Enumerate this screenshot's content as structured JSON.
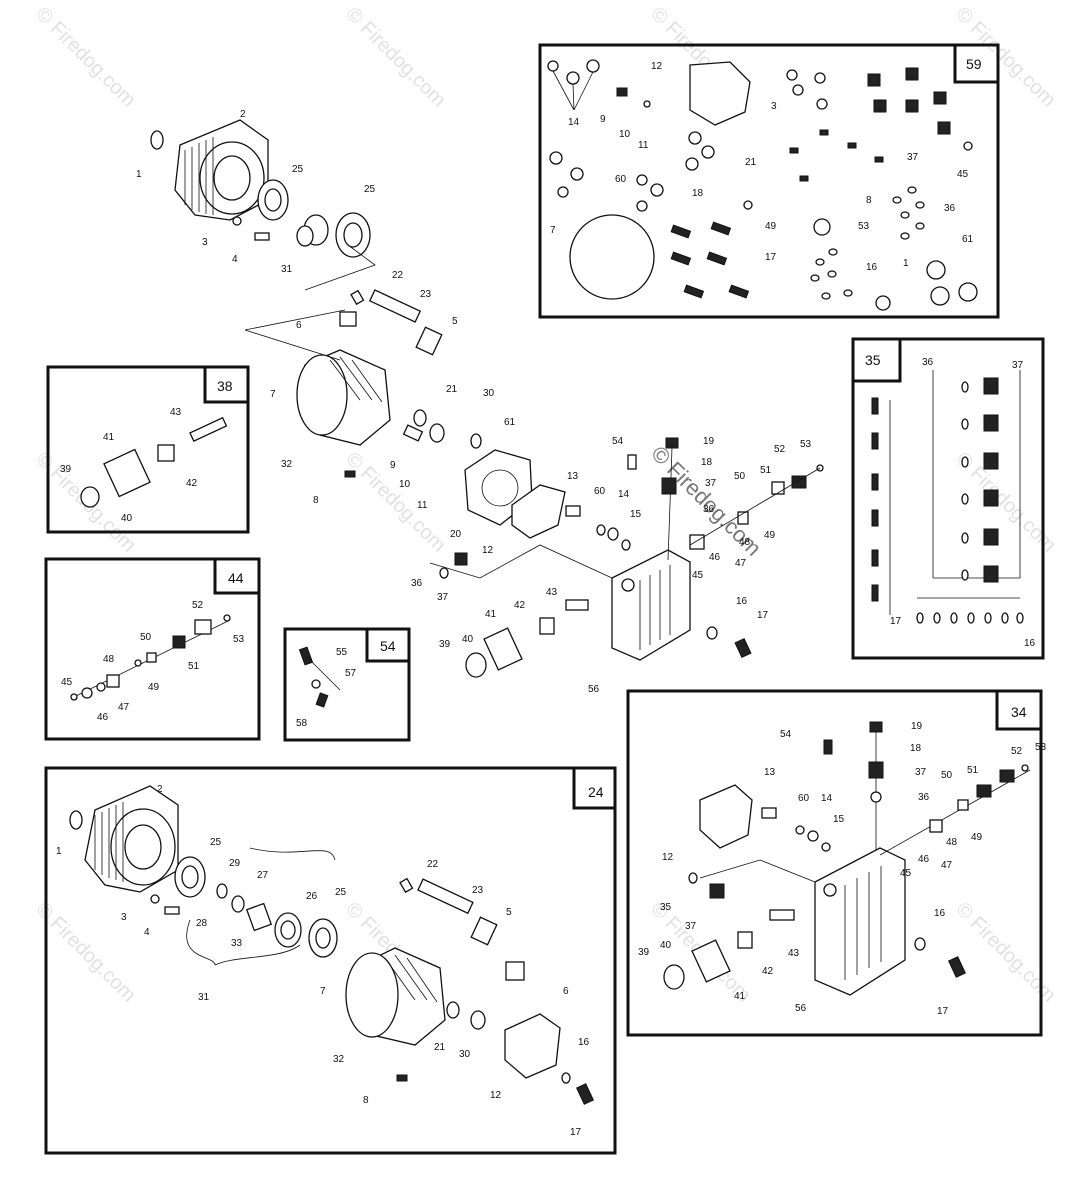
{
  "watermark": {
    "text": "© Firedog.com",
    "center_text": "© Firedog.com"
  },
  "boxes": {
    "b59": "59",
    "b38": "38",
    "b44": "44",
    "b54": "54",
    "b35": "35",
    "b34": "34",
    "b24": "24"
  },
  "labels": {
    "main_1": "1",
    "main_2": "2",
    "main_3": "3",
    "main_4": "4",
    "main_25a": "25",
    "main_25b": "25",
    "main_31": "31",
    "main_22": "22",
    "main_23": "23",
    "main_6": "6",
    "main_5": "5",
    "main_7": "7",
    "main_21": "21",
    "main_30": "30",
    "main_61": "61",
    "main_32": "32",
    "main_9": "9",
    "main_10": "10",
    "main_11": "11",
    "main_8": "8",
    "main_20": "20",
    "main_12": "12",
    "main_13": "13",
    "main_60": "60",
    "main_14": "14",
    "main_15": "15",
    "main_54": "54",
    "main_19": "19",
    "main_18": "18",
    "main_37a": "37",
    "main_52": "52",
    "main_53": "53",
    "main_50": "50",
    "main_51": "51",
    "main_36a": "36",
    "main_48": "48",
    "main_49": "49",
    "main_46": "46",
    "main_47": "47",
    "main_45": "45",
    "main_36b": "36",
    "main_37b": "37",
    "main_43": "43",
    "main_42": "42",
    "main_41": "41",
    "main_39": "39",
    "main_40": "40",
    "main_56": "56",
    "main_16": "16",
    "main_17": "17",
    "b59_14": "14",
    "b59_9": "9",
    "b59_10": "10",
    "b59_11": "11",
    "b59_12": "12",
    "b59_3": "3",
    "b59_37": "37",
    "b59_21": "21",
    "b59_60": "60",
    "b59_18": "18",
    "b59_8": "8",
    "b59_45": "45",
    "b59_36": "36",
    "b59_7": "7",
    "b59_49": "49",
    "b59_53": "53",
    "b59_17": "17",
    "b59_16": "16",
    "b59_1": "1",
    "b59_61": "61",
    "b38_43": "43",
    "b38_41": "41",
    "b38_42": "42",
    "b38_39": "39",
    "b38_40": "40",
    "b44_52": "52",
    "b44_53": "53",
    "b44_50": "50",
    "b44_51": "51",
    "b44_48": "48",
    "b44_49": "49",
    "b44_45": "45",
    "b44_46": "46",
    "b44_47": "47",
    "b54_55": "55",
    "b54_57": "57",
    "b54_58": "58",
    "b35_36": "36",
    "b35_37": "37",
    "b35_17": "17",
    "b35_16": "16",
    "b34_19": "19",
    "b34_54": "54",
    "b34_18": "18",
    "b34_13": "13",
    "b34_37a": "37",
    "b34_36a": "36",
    "b34_52": "52",
    "b34_53": "53",
    "b34_50": "50",
    "b34_51": "51",
    "b34_60": "60",
    "b34_14": "14",
    "b34_15": "15",
    "b34_48": "48",
    "b34_49": "49",
    "b34_46": "46",
    "b34_47": "47",
    "b34_45": "45",
    "b34_12": "12",
    "b34_35": "35",
    "b34_37b": "37",
    "b34_43": "43",
    "b34_42": "42",
    "b34_41": "41",
    "b34_39": "39",
    "b34_40": "40",
    "b34_56": "56",
    "b34_16": "16",
    "b34_17": "17",
    "b24_2": "2",
    "b24_1": "1",
    "b24_25a": "25",
    "b24_29": "29",
    "b24_27": "27",
    "b24_28": "28",
    "b24_3": "3",
    "b24_4": "4",
    "b24_26": "26",
    "b24_25b": "25",
    "b24_33": "33",
    "b24_31": "31",
    "b24_22": "22",
    "b24_23": "23",
    "b24_5": "5",
    "b24_7": "7",
    "b24_6": "6",
    "b24_21": "21",
    "b24_30": "30",
    "b24_32": "32",
    "b24_16": "16",
    "b24_12": "12",
    "b24_8": "8",
    "b24_17": "17"
  }
}
